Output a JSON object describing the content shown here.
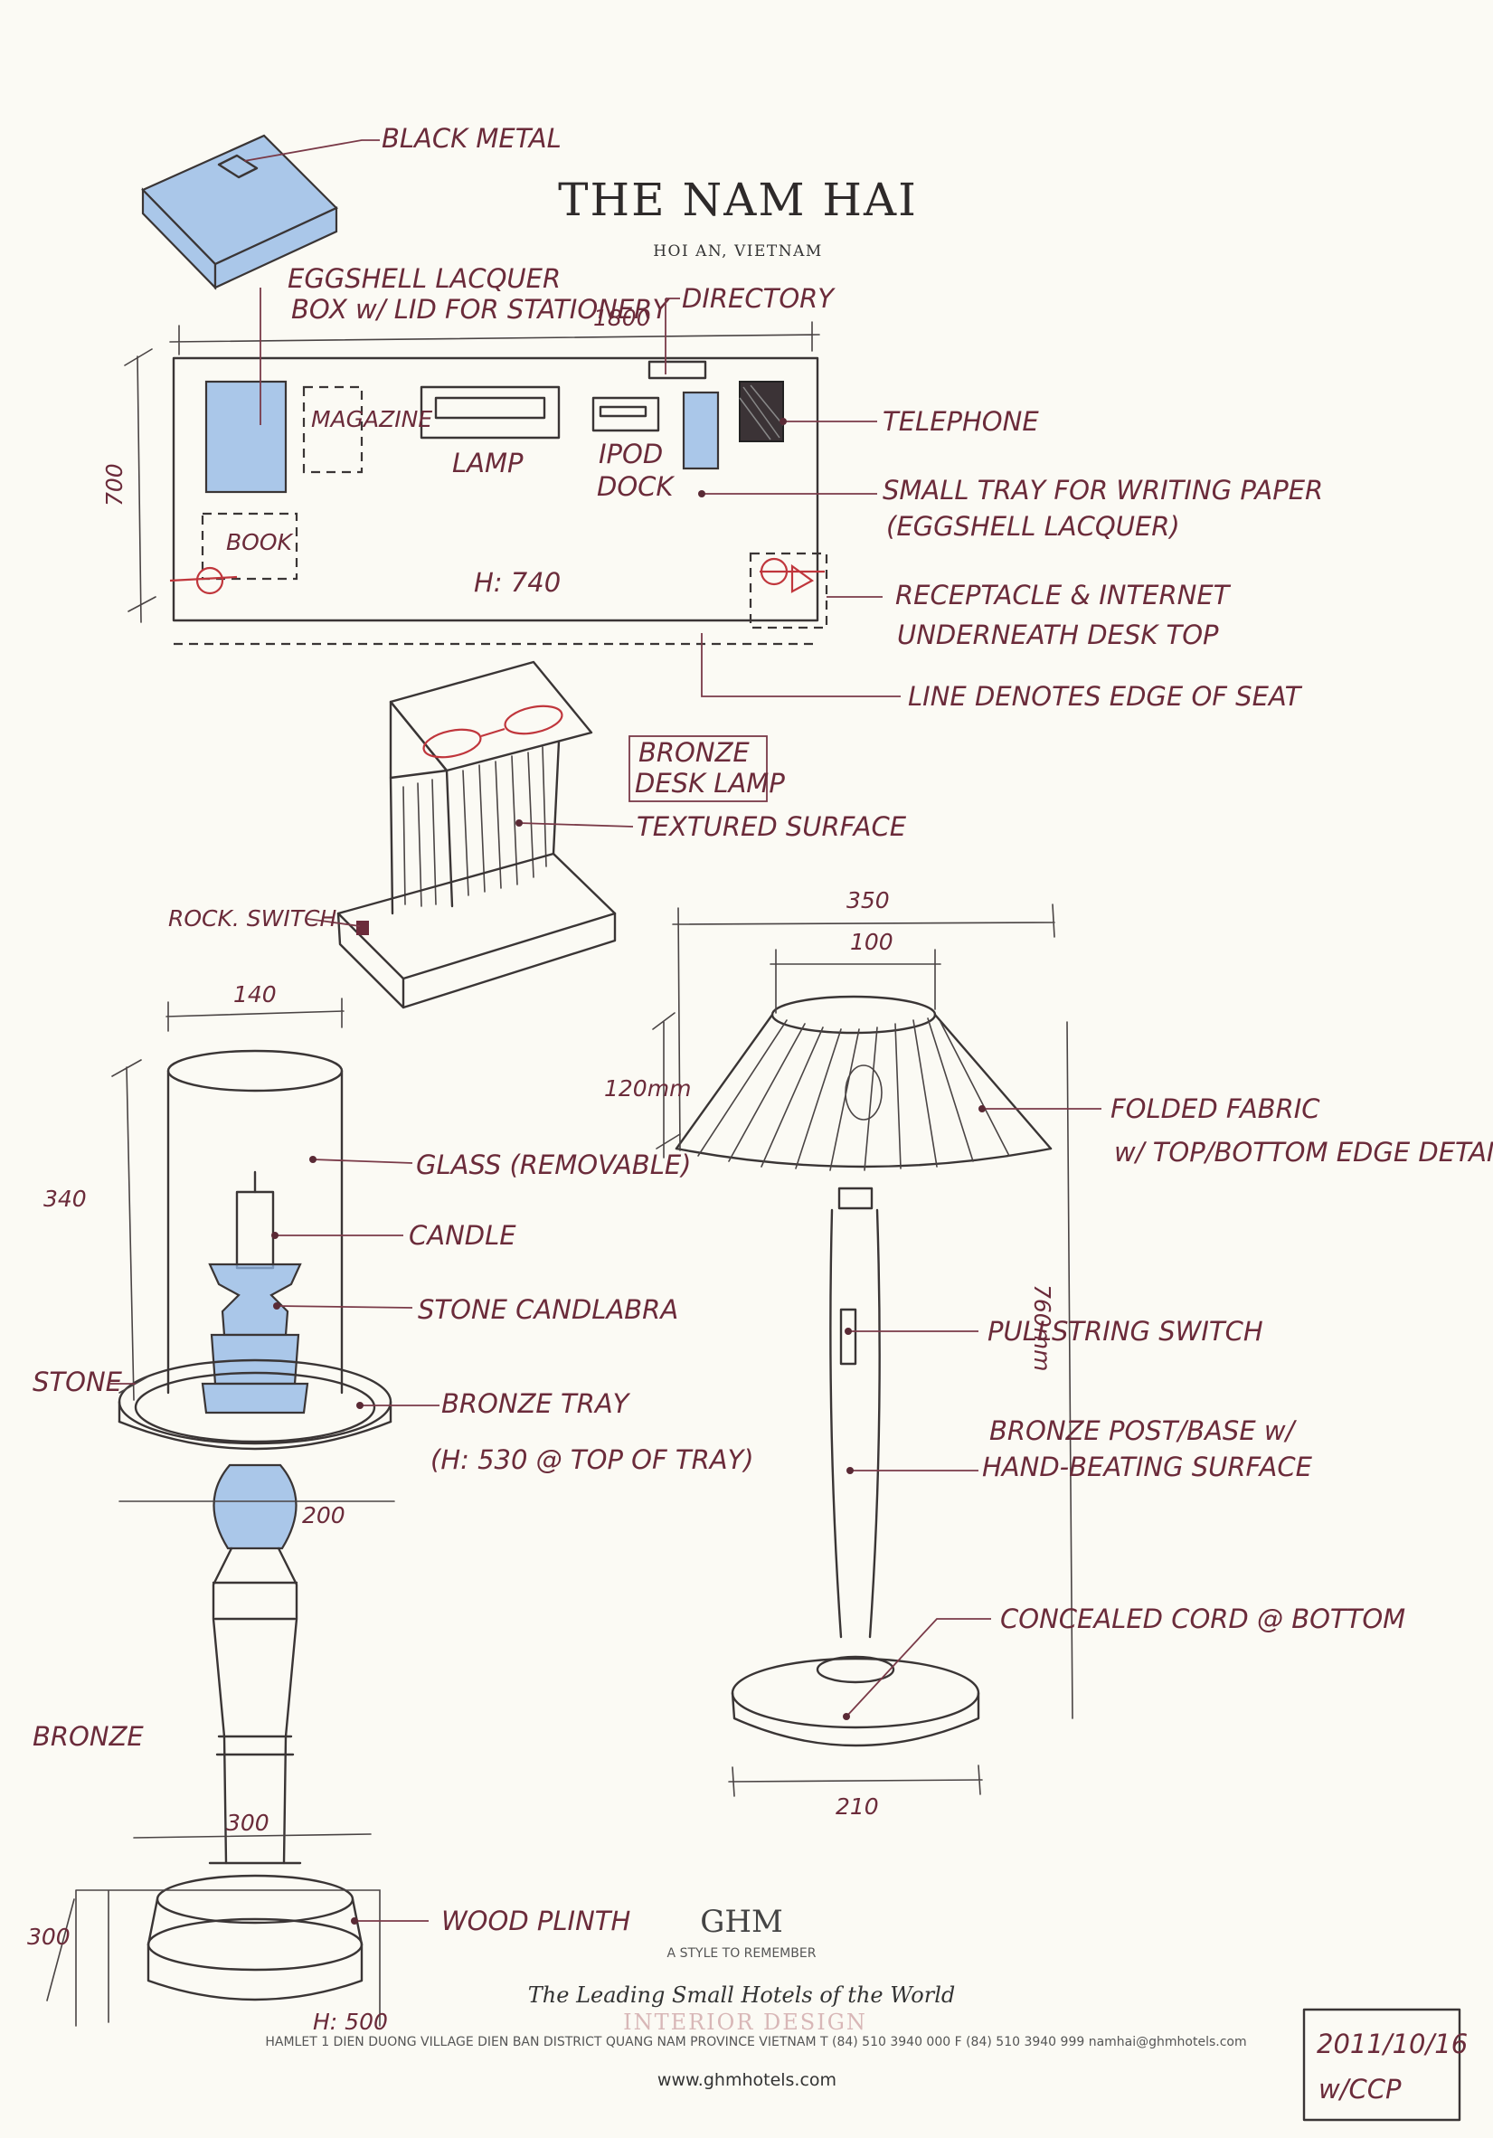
{
  "header": {
    "title": "THE NAM HAI",
    "subtitle": "HOI AN, VIETNAM"
  },
  "desk": {
    "box_label": "BLACK METAL",
    "box_note_line1": "EGGSHELL LACQUER",
    "box_note_line2": "BOX w/ LID FOR STATIONERY",
    "width_dim": "1800",
    "depth_dim": "700",
    "height_note": "H: 740",
    "directory": "DIRECTORY",
    "magazine": "MAGAZINE",
    "lamp": "LAMP",
    "ipod_line1": "IPOD",
    "ipod_line2": "DOCK",
    "book": "BOOK",
    "telephone": "TELEPHONE",
    "tray_line1": "SMALL TRAY FOR WRITING PAPER",
    "tray_line2": "(EGGSHELL LACQUER)",
    "receptacle_line1": "RECEPTACLE & INTERNET",
    "receptacle_line2": "UNDERNEATH DESK TOP",
    "seat_line": "LINE DENOTES EDGE OF SEAT"
  },
  "desk_lamp": {
    "label_line1": "BRONZE",
    "label_line2": "DESK LAMP",
    "surface": "TEXTURED SURFACE",
    "switch": "ROCK. SWITCH"
  },
  "candle_stand": {
    "dim_width": "140",
    "dim_height": "340",
    "glass": "GLASS (REMOVABLE)",
    "candle": "CANDLE",
    "candelabra": "STONE CANDLABRA",
    "stone": "STONE",
    "tray_line1": "BRONZE TRAY",
    "tray_line2": "(H: 530 @ TOP OF TRAY)",
    "tray_dim": "200",
    "bronze": "BRONZE",
    "base_dim": "300",
    "side_dim": "300",
    "plinth": "WOOD PLINTH",
    "height": "H: 500"
  },
  "floor_lamp": {
    "dim_width": "350",
    "dim_top": "100",
    "dim_shade": "120mm",
    "dim_height": "760mm",
    "fabric_line1": "FOLDED FABRIC",
    "fabric_line2": "w/ TOP/BOTTOM EDGE DETAIL",
    "pullstring": "PULLSTRING SWITCH",
    "post_line1": "BRONZE POST/BASE w/",
    "post_line2": "HAND-BEATING SURFACE",
    "cord": "CONCEALED CORD @ BOTTOM",
    "base_dim": "210"
  },
  "footer": {
    "brand": "GHM",
    "tagline": "A STYLE TO REMEMBER",
    "lhw": "The Leading Small Hotels of the World",
    "watermark": "INTERIOR DESIGN",
    "address": "HAMLET 1  DIEN DUONG VILLAGE  DIEN BAN DISTRICT  QUANG NAM PROVINCE  VIETNAM   T (84) 510 3940 000   F (84) 510 3940 999   namhai@ghmhotels.com",
    "website": "www.ghmhotels.com",
    "stamp_line1": "2011/10/16",
    "stamp_line2": "w/CCP"
  },
  "colors": {
    "paper": "#fbfaf4",
    "ink": "#3a3535",
    "annotation": "#6b2b3a",
    "lacquer_blue": "#8fb6e6",
    "marker_red": "#c0363c"
  }
}
